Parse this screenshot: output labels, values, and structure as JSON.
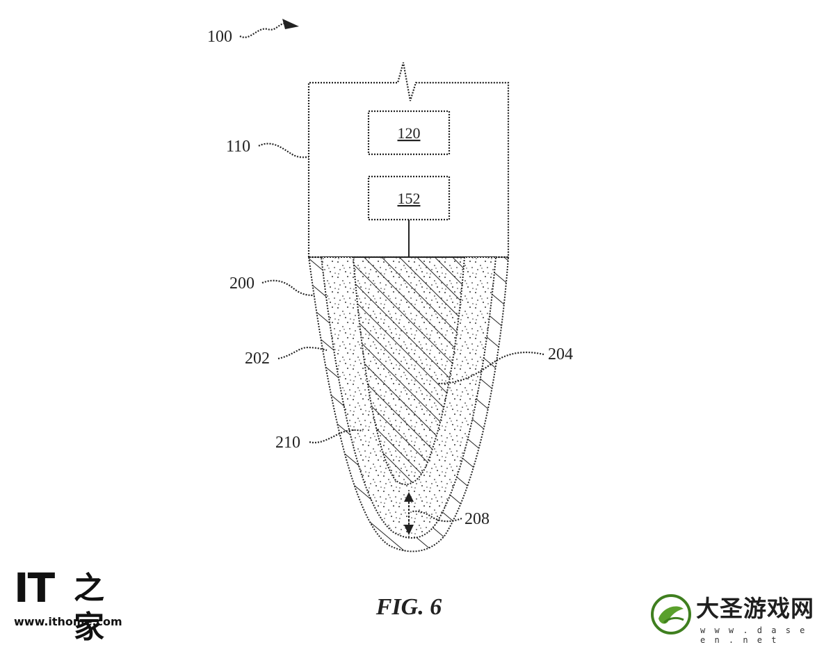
{
  "figure": {
    "caption": "FIG. 6",
    "labels": {
      "system": "100",
      "housing": "110",
      "box_upper": "120",
      "box_lower": "152",
      "tip": "200",
      "outer_layer": "202",
      "core": "204",
      "middle_layer": "210",
      "gap": "208"
    }
  },
  "watermarks": {
    "left": {
      "brand": "IT",
      "brand_cn": "之家",
      "url": "www.ithome.com"
    },
    "right": {
      "brand": "大圣游戏网",
      "url": "w w w . d a s e e n . n e t"
    }
  },
  "colors": {
    "ink": "#222222",
    "logo_green": "#5aa02c"
  }
}
